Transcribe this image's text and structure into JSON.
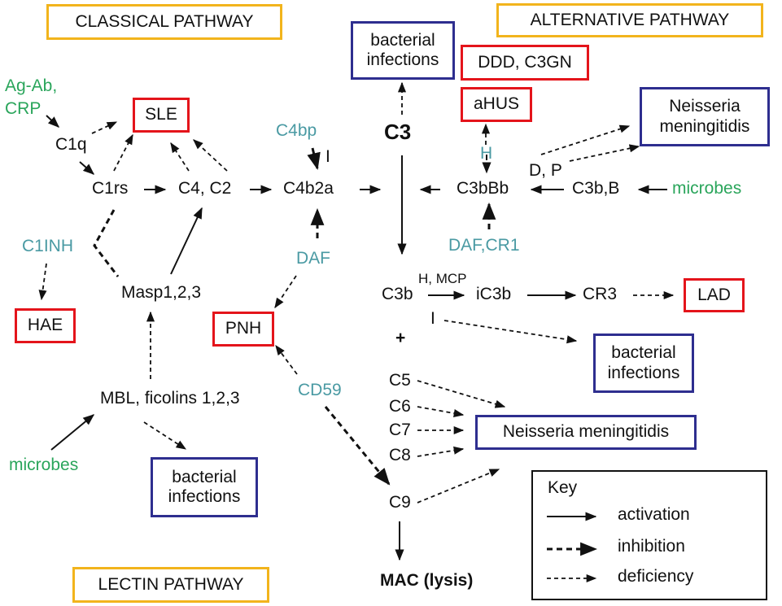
{
  "pathways": {
    "classical": "CLASSICAL PATHWAY",
    "alternative": "ALTERNATIVE PATHWAY",
    "lectin": "LECTIN PATHWAY"
  },
  "colors": {
    "pathway_box": "#f2b41c",
    "disease_box": "#e4141b",
    "infection_box": "#2e2e8f",
    "trigger_text": "#2aa55b",
    "regulator_text": "#4a9aa3"
  },
  "nodes": {
    "ag_ab": "Ag-Ab,",
    "crp": "CRP",
    "c1q": "C1q",
    "c1rs": "C1rs",
    "c4c2": "C4, C2",
    "c4b2a": "C4b2a",
    "c4bp": "C4bp",
    "i_label_1": "I",
    "c1inh": "C1INH",
    "masp": "Masp1,2,3",
    "daf": "DAF",
    "mbl": "MBL, ficolins 1,2,3",
    "microbes_lectin": "microbes",
    "cd59": "CD59",
    "c3": "C3",
    "h_reg": "H",
    "c3bbb": "C3bBb",
    "dp": "D, P",
    "c3b_b": "C3b,B",
    "microbes_alt": "microbes",
    "daf_cr1": "DAF,CR1",
    "c3b": "C3b",
    "h_mcp": "H, MCP",
    "ic3b": "iC3b",
    "cr3": "CR3",
    "i_label_2": "I",
    "plus": "+",
    "c5": "C5",
    "c6": "C6",
    "c7": "C7",
    "c8": "C8",
    "c9": "C9",
    "mac": "MAC (lysis)"
  },
  "diseases": {
    "sle": "SLE",
    "hae": "HAE",
    "pnh": "PNH",
    "ddd": "DDD, C3GN",
    "ahus": "aHUS",
    "lad": "LAD"
  },
  "infections": {
    "bact_top_1": "bacterial",
    "bact_top_2": "infections",
    "neisseria_top_1": "Neisseria",
    "neisseria_top_2": "meningitidis",
    "bact_mid_1": "bacterial",
    "bact_mid_2": "infections",
    "neisseria_mid": "Neisseria meningitidis",
    "bact_low_1": "bacterial",
    "bact_low_2": "infections"
  },
  "key": {
    "title": "Key",
    "items": [
      {
        "label": "activation",
        "style": "solid"
      },
      {
        "label": "inhibition",
        "style": "heavy-dashed"
      },
      {
        "label": "deficiency",
        "style": "light-dashed"
      }
    ]
  }
}
